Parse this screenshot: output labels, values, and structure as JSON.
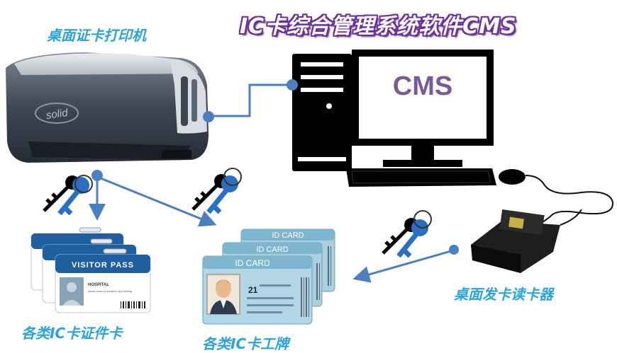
{
  "title": "IC卡综合管理系统软件CMS",
  "labels": {
    "printer": "桌面证卡打印机",
    "badges": "各类IC卡证件卡",
    "workcards": "各类IC卡工牌",
    "reader": "桌面发卡读卡器"
  },
  "monitor_text": "CMS",
  "printer_brand": "solid",
  "visitor_pass": {
    "header": "VISITOR PASS",
    "org": "HOSPITAL",
    "fine_print": "please return to reception upon leaving"
  },
  "id_card": {
    "header": "ID CARD",
    "number": "21"
  },
  "colors": {
    "title_fill": "#ffffff",
    "title_outline": "#6b2fa0",
    "label_text": "#2aa3dc",
    "connector": "#4a7fc0",
    "key_blue": "#2a6fc0",
    "badge_blue": "#1f5fa0",
    "id_card_teal": "#7fb6cf"
  }
}
